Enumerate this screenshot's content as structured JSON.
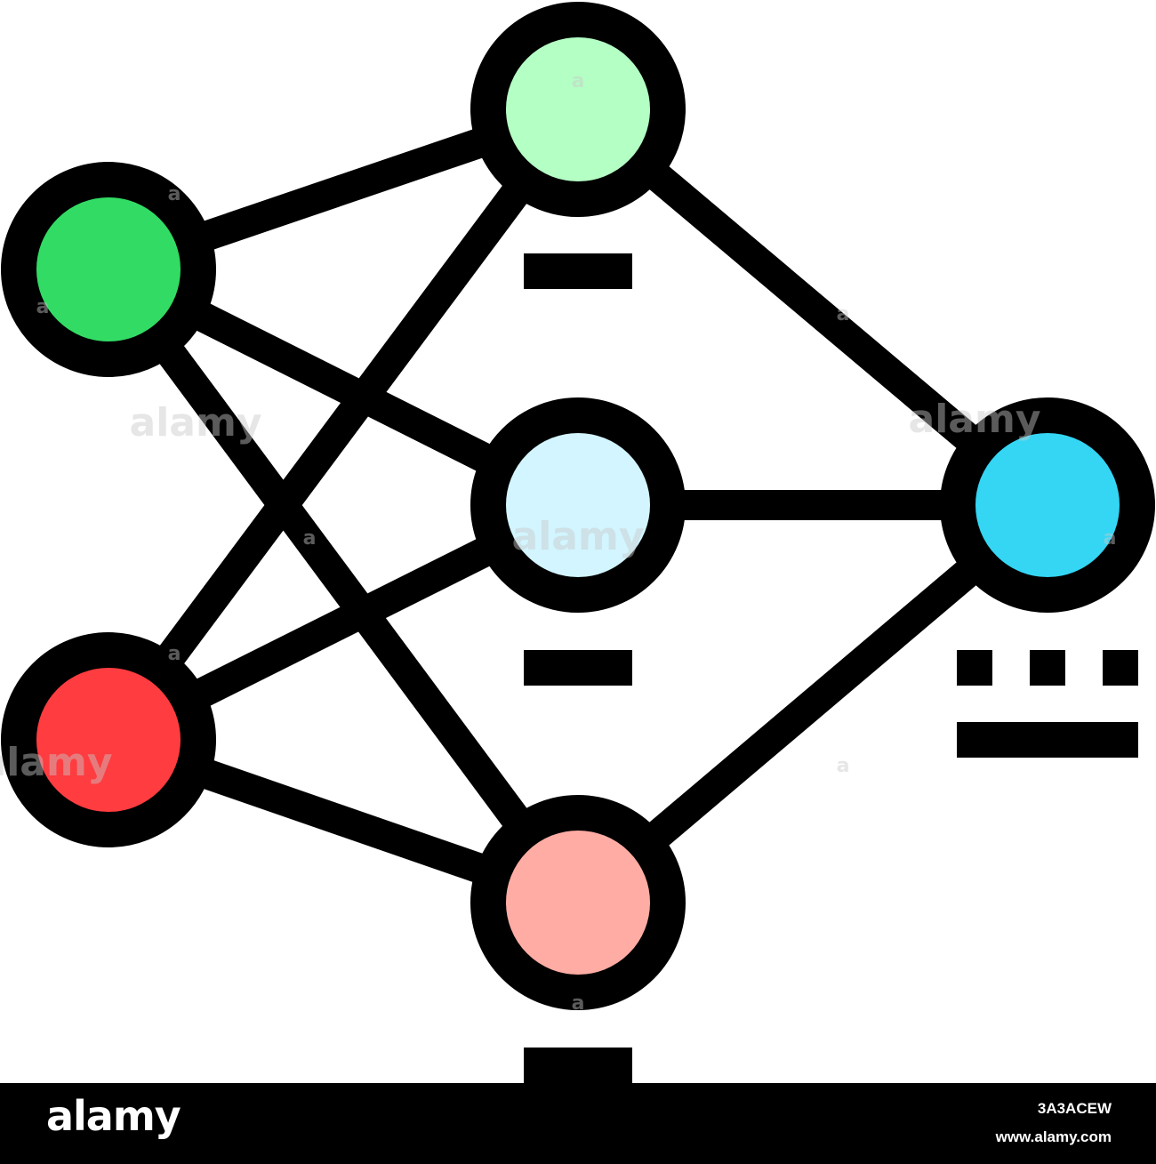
{
  "colors": {
    "stroke": "#000000",
    "background": "#ffffff",
    "footer_background": "#000000",
    "footer_text": "#ffffff"
  },
  "nodes": [
    {
      "id": "input-1",
      "icon": "circle",
      "fill": "#32dc64"
    },
    {
      "id": "input-2",
      "icon": "circle",
      "fill": "#ff3c40"
    },
    {
      "id": "hidden-1",
      "icon": "circle",
      "fill": "#b4ffc4"
    },
    {
      "id": "hidden-2",
      "icon": "circle",
      "fill": "#d2f5ff"
    },
    {
      "id": "hidden-3",
      "icon": "circle",
      "fill": "#ffaca4"
    },
    {
      "id": "output-1",
      "icon": "circle",
      "fill": "#34d6f4"
    }
  ],
  "connections": [
    [
      "input-1",
      "hidden-1"
    ],
    [
      "input-1",
      "hidden-2"
    ],
    [
      "input-1",
      "hidden-3"
    ],
    [
      "input-2",
      "hidden-1"
    ],
    [
      "input-2",
      "hidden-2"
    ],
    [
      "input-2",
      "hidden-3"
    ],
    [
      "hidden-1",
      "output-1"
    ],
    [
      "hidden-2",
      "output-1"
    ],
    [
      "hidden-3",
      "output-1"
    ]
  ],
  "label_marks": [
    "hidden-1-dash-icon",
    "hidden-2-dash-icon",
    "hidden-3-dash-icon",
    "output-dots-icon",
    "output-line-icon"
  ],
  "watermark": {
    "text": "alamy",
    "small": "a"
  },
  "footer": {
    "brand": "alamy",
    "image_id": "3A3ACEW",
    "site": "www.alamy.com"
  }
}
